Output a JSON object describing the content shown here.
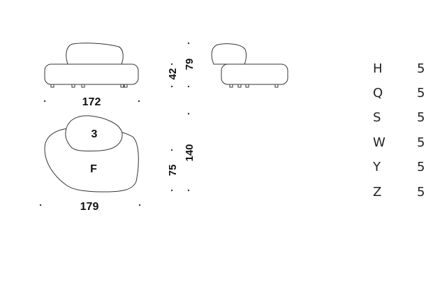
{
  "colors": {
    "line": "#333333",
    "text": "#111111",
    "background": "#ffffff"
  },
  "front_view": {
    "width": "172"
  },
  "side_view": {
    "seat_height": "42",
    "total_height": "79"
  },
  "top_view": {
    "width": "179",
    "seat_depth": "75",
    "total_depth": "140",
    "backrest_label": "3",
    "seat_label": "F"
  },
  "legend": {
    "items": [
      {
        "letter": "H",
        "value": "5"
      },
      {
        "letter": "Q",
        "value": "5"
      },
      {
        "letter": "S",
        "value": "5"
      },
      {
        "letter": "W",
        "value": "5"
      },
      {
        "letter": "Y",
        "value": "5"
      },
      {
        "letter": "Z",
        "value": "5"
      }
    ]
  }
}
